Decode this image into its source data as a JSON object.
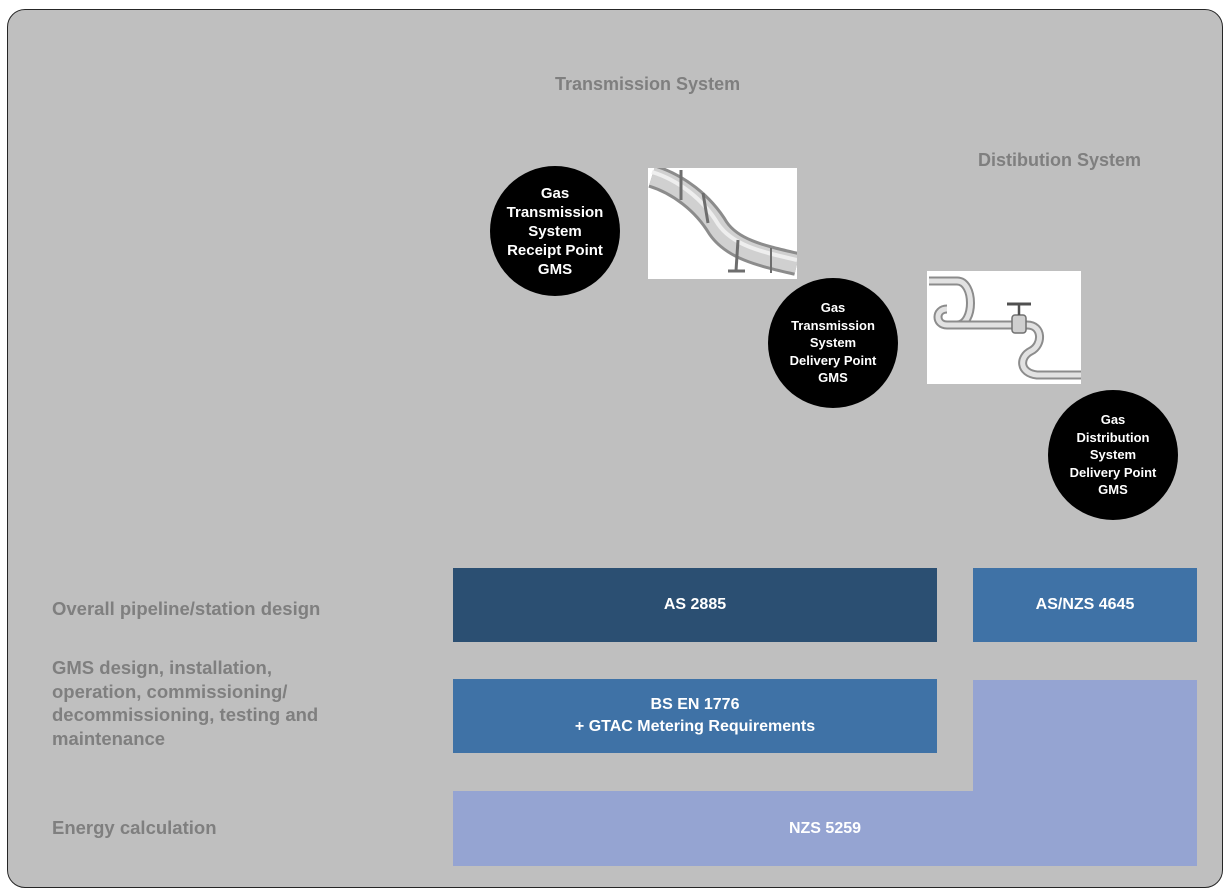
{
  "headers": {
    "transmission": "Transmission System",
    "distribution": "Distibution System"
  },
  "stations": [
    {
      "label": "Gas\nTransmission\nSystem\nReceipt Point\nGMS"
    },
    {
      "label": "Gas\nTransmission\nSystem\nDelivery Point\nGMS"
    },
    {
      "label": "Gas\nDistribution\nSystem\nDelivery Point\nGMS"
    }
  ],
  "images": [
    {
      "icon": "transmission-pipeline-icon"
    },
    {
      "icon": "distribution-pipe-valve-icon"
    }
  ],
  "rows": [
    {
      "label": "Overall pipeline/station design"
    },
    {
      "label": "GMS design, installation,\noperation, commissioning/\ndecommissioning, testing and\nmaintenance"
    },
    {
      "label": "Energy calculation"
    }
  ],
  "standards": {
    "as2885": "AS 2885",
    "asnzs4645": "AS/NZS 4645",
    "bsen1776": "BS EN 1776\n+ GTAC Metering Requirements",
    "nzs5259": "NZS 5259"
  },
  "colors": {
    "background": "#bfbfbf",
    "dark_blue": "#2b4f72",
    "mid_blue": "#3f72a6",
    "light_blue": "#95a4d2",
    "header_text": "#7f7f7f"
  }
}
